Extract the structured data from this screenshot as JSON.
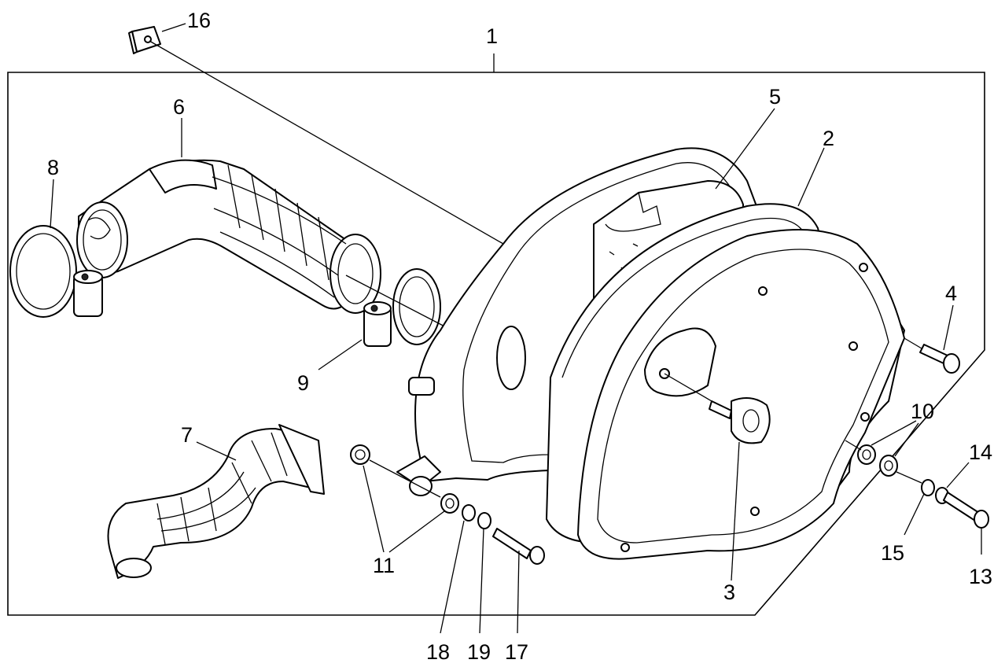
{
  "callouts": [
    {
      "id": "c1",
      "label": "1"
    },
    {
      "id": "c2",
      "label": "2"
    },
    {
      "id": "c3",
      "label": "3"
    },
    {
      "id": "c4",
      "label": "4"
    },
    {
      "id": "c5",
      "label": "5"
    },
    {
      "id": "c6",
      "label": "6"
    },
    {
      "id": "c7",
      "label": "7"
    },
    {
      "id": "c8",
      "label": "8"
    },
    {
      "id": "c9",
      "label": "9"
    },
    {
      "id": "c10",
      "label": "10"
    },
    {
      "id": "c11",
      "label": "11"
    },
    {
      "id": "c13",
      "label": "13"
    },
    {
      "id": "c14",
      "label": "14"
    },
    {
      "id": "c15",
      "label": "15"
    },
    {
      "id": "c16",
      "label": "16"
    },
    {
      "id": "c17",
      "label": "17"
    },
    {
      "id": "c18",
      "label": "18"
    },
    {
      "id": "c19",
      "label": "19"
    }
  ]
}
